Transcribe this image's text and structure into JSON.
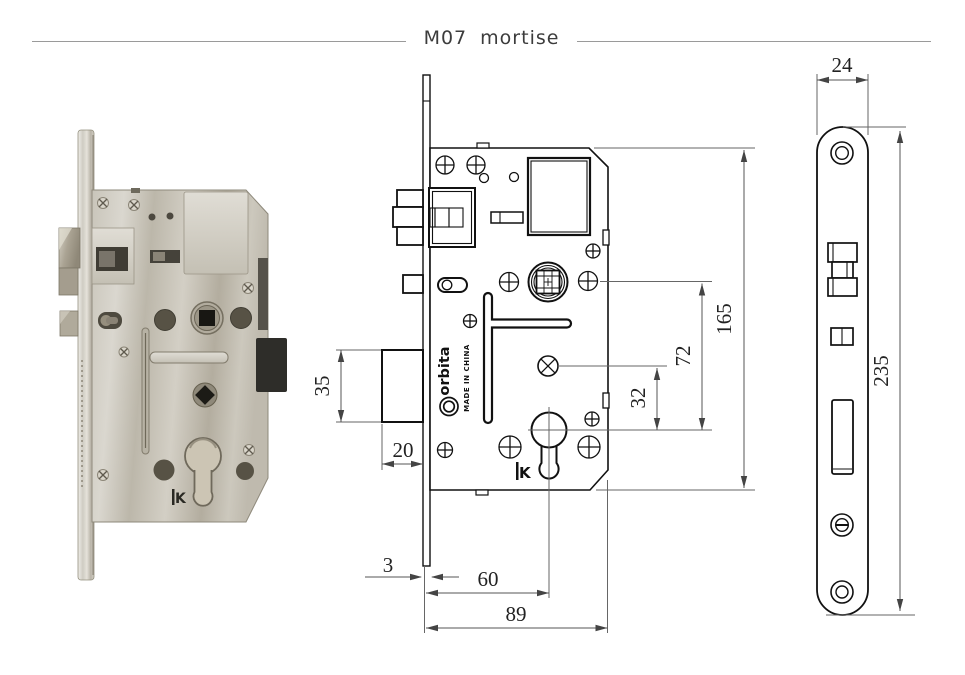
{
  "page": {
    "title": "M07 mortise"
  },
  "body_drawing": {
    "brand": "orbita",
    "made_in": "MADE IN CHINA",
    "kitemark": "K",
    "dims": {
      "deadbolt_width": "35",
      "deadbolt_throw": "20",
      "faceplate_thickness": "3",
      "backset": "60",
      "body_depth": "89",
      "body_height": "165",
      "handle_to_cylinder": "72",
      "hub_to_cylinder": "32"
    }
  },
  "faceplate_drawing": {
    "dims": {
      "width": "24",
      "length": "235"
    }
  }
}
